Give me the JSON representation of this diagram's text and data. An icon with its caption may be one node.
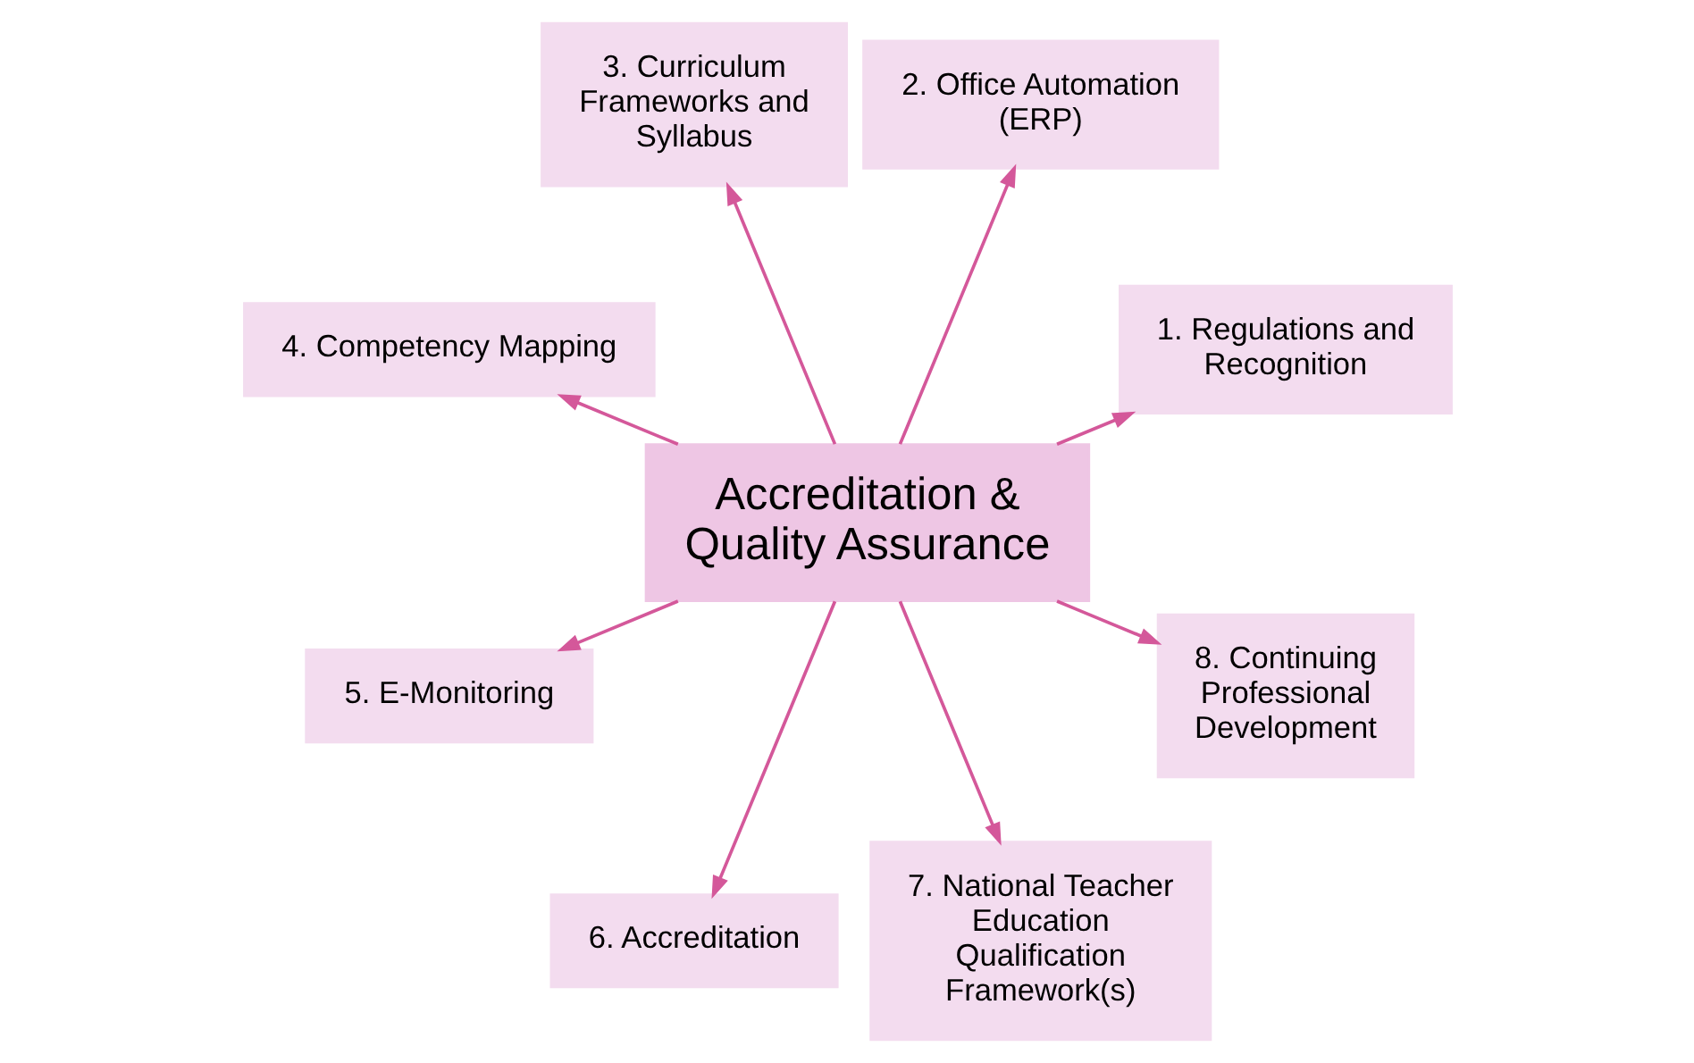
{
  "diagram": {
    "nodes": [
      {
        "text": [
          "Accreditation & Quality Assurance"
        ]
      },
      {
        "text": [
          "1. Regulations and Recognition"
        ]
      },
      {
        "text": [
          "2. Office Automation (ERP)"
        ]
      },
      {
        "text": [
          "3. Curriculum Frameworks and Syllabus"
        ]
      },
      {
        "text": [
          "4. Competency Mapping"
        ]
      },
      {
        "text": [
          "5. E-Monitoring"
        ]
      },
      {
        "text": [
          "6. Accreditation"
        ]
      },
      {
        "text": [
          "7. National Teacher Education Qualification Framework(s)"
        ]
      },
      {
        "text": [
          "8. Continuing Professional Development"
        ]
      }
    ],
    "edges": [
      {
        "from": 0,
        "to": 1,
        "arrow": "to"
      },
      {
        "from": 0,
        "to": 2,
        "arrow": "to"
      },
      {
        "from": 0,
        "to": 3,
        "arrow": "to"
      },
      {
        "from": 0,
        "to": 4,
        "arrow": "to"
      },
      {
        "from": 0,
        "to": 5,
        "arrow": "to"
      },
      {
        "from": 0,
        "to": 6,
        "arrow": "to"
      },
      {
        "from": 0,
        "to": 7,
        "arrow": "to"
      },
      {
        "from": 0,
        "to": 8,
        "arrow": "to"
      }
    ]
  }
}
